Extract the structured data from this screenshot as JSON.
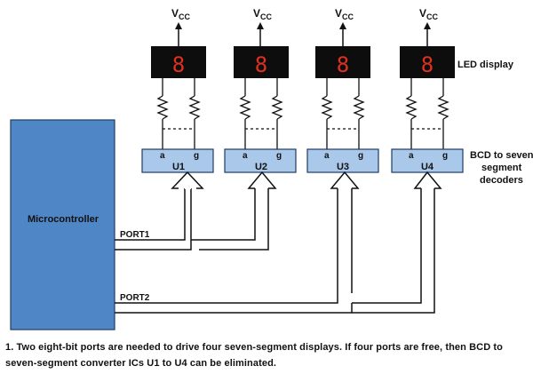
{
  "supply_label": "V",
  "supply_sub": "CC",
  "displays": [
    {
      "digit": "8"
    },
    {
      "digit": "8"
    },
    {
      "digit": "8"
    },
    {
      "digit": "8"
    }
  ],
  "decoders": [
    {
      "name": "U1",
      "pin_left": "a",
      "pin_right": "g"
    },
    {
      "name": "U2",
      "pin_left": "a",
      "pin_right": "g"
    },
    {
      "name": "U3",
      "pin_left": "a",
      "pin_right": "g"
    },
    {
      "name": "U4",
      "pin_left": "a",
      "pin_right": "g"
    }
  ],
  "labels": {
    "led_display": "LED display",
    "decoder_line1": "BCD to seven-",
    "decoder_line2": "segment",
    "decoder_line3": "decoders",
    "microcontroller": "Microcontroller",
    "port1": "PORT1",
    "port2": "PORT2"
  },
  "caption": "1. Two eight-bit ports are needed to drive four seven-segment displays. If four ports are free, then BCD to seven-segment converter ICs U1 to U4 can be eliminated.",
  "colors": {
    "block_fill": "#4f86c6",
    "block_stroke": "#1f3d66",
    "decoder_fill": "#a9c8ea",
    "display_bg": "#0d0d0d",
    "digit": "#e23020",
    "wire": "#111111"
  }
}
